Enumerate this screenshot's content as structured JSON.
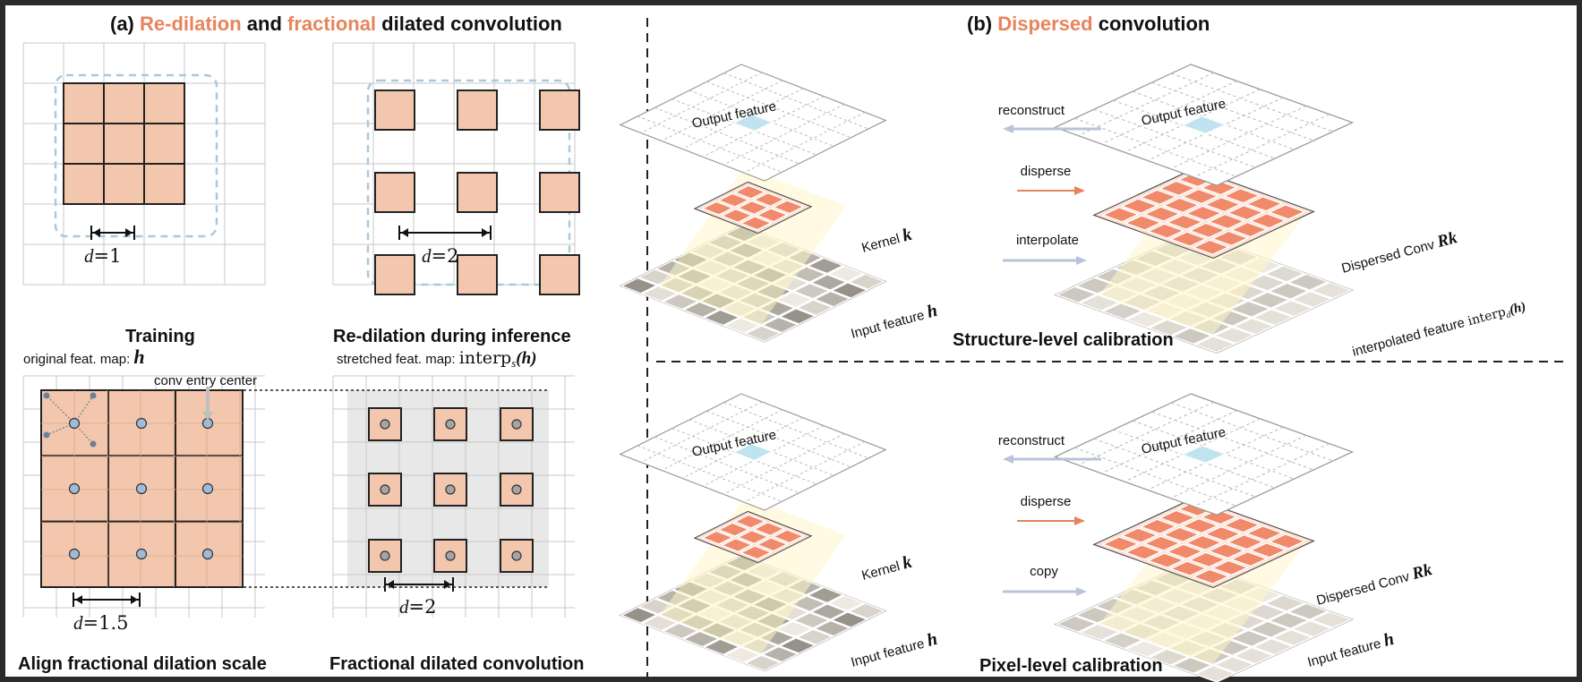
{
  "colors": {
    "accent": "#e8845c",
    "cell_fill": "#f2c7ad",
    "grid": "#c8c8c8",
    "dash_box": "#a9c9de",
    "gray_area": "#e8e8e8",
    "dot_fill": "#9fbbd6",
    "kernel": "#f08a6a",
    "output_highlight": "#bfe4f0",
    "arrow_blue": "#b9c3dc",
    "arrow_orange": "#e8845c"
  },
  "panel_a": {
    "title_prefix": "(a) ",
    "title_accent1": "Re-dilation",
    "title_mid": " and ",
    "title_accent2": "fractional",
    "title_suffix": " dilated convolution",
    "training": {
      "caption": "Training",
      "d_var": "d",
      "d_value": "=1"
    },
    "redilation": {
      "caption": "Re-dilation during inference",
      "d_var": "d",
      "d_value": "=2"
    },
    "original_label": "original feat. map: ",
    "original_sym": "h",
    "stretched_label": "stretched feat. map: ",
    "stretched_sym": "interp",
    "stretched_sub": "s",
    "stretched_arg": "(h)",
    "conv_entry": "conv entry center",
    "align": {
      "caption": "Align fractional dilation scale",
      "d_var": "d",
      "d_value": "=1.5"
    },
    "fractional": {
      "caption": "Fractional dilated convolution",
      "d_var": "d",
      "d_value": "=2"
    }
  },
  "panel_b": {
    "title_prefix": "(b) ",
    "title_accent": "Dispersed",
    "title_suffix": " convolution",
    "structure": {
      "caption": "Structure-level calibration",
      "output_left": "Output feature",
      "output_right": "Output feature",
      "kernel_label": "Kernel ",
      "kernel_sym": "k",
      "input_label": "Input feature ",
      "input_sym": "h",
      "dispersed_label": "Dispersed Conv ",
      "dispersed_sym": "Rk",
      "interp_label": "interpolated feature ",
      "interp_sym": "interp",
      "interp_sub": "d",
      "interp_arg": "(h)",
      "arrow_reconstruct": "reconstruct",
      "arrow_disperse": "disperse",
      "arrow_bottom": "interpolate"
    },
    "pixel": {
      "caption": "Pixel-level calibration",
      "output_left": "Output feature",
      "output_right": "Output feature",
      "kernel_label": "Kernel ",
      "kernel_sym": "k",
      "input_label": "Input feature ",
      "input_sym": "h",
      "dispersed_label": "Dispersed Conv ",
      "dispersed_sym": "Rk",
      "input_right_label": "Input feature ",
      "input_right_sym": "h",
      "arrow_reconstruct": "reconstruct",
      "arrow_disperse": "disperse",
      "arrow_bottom": "copy"
    }
  }
}
